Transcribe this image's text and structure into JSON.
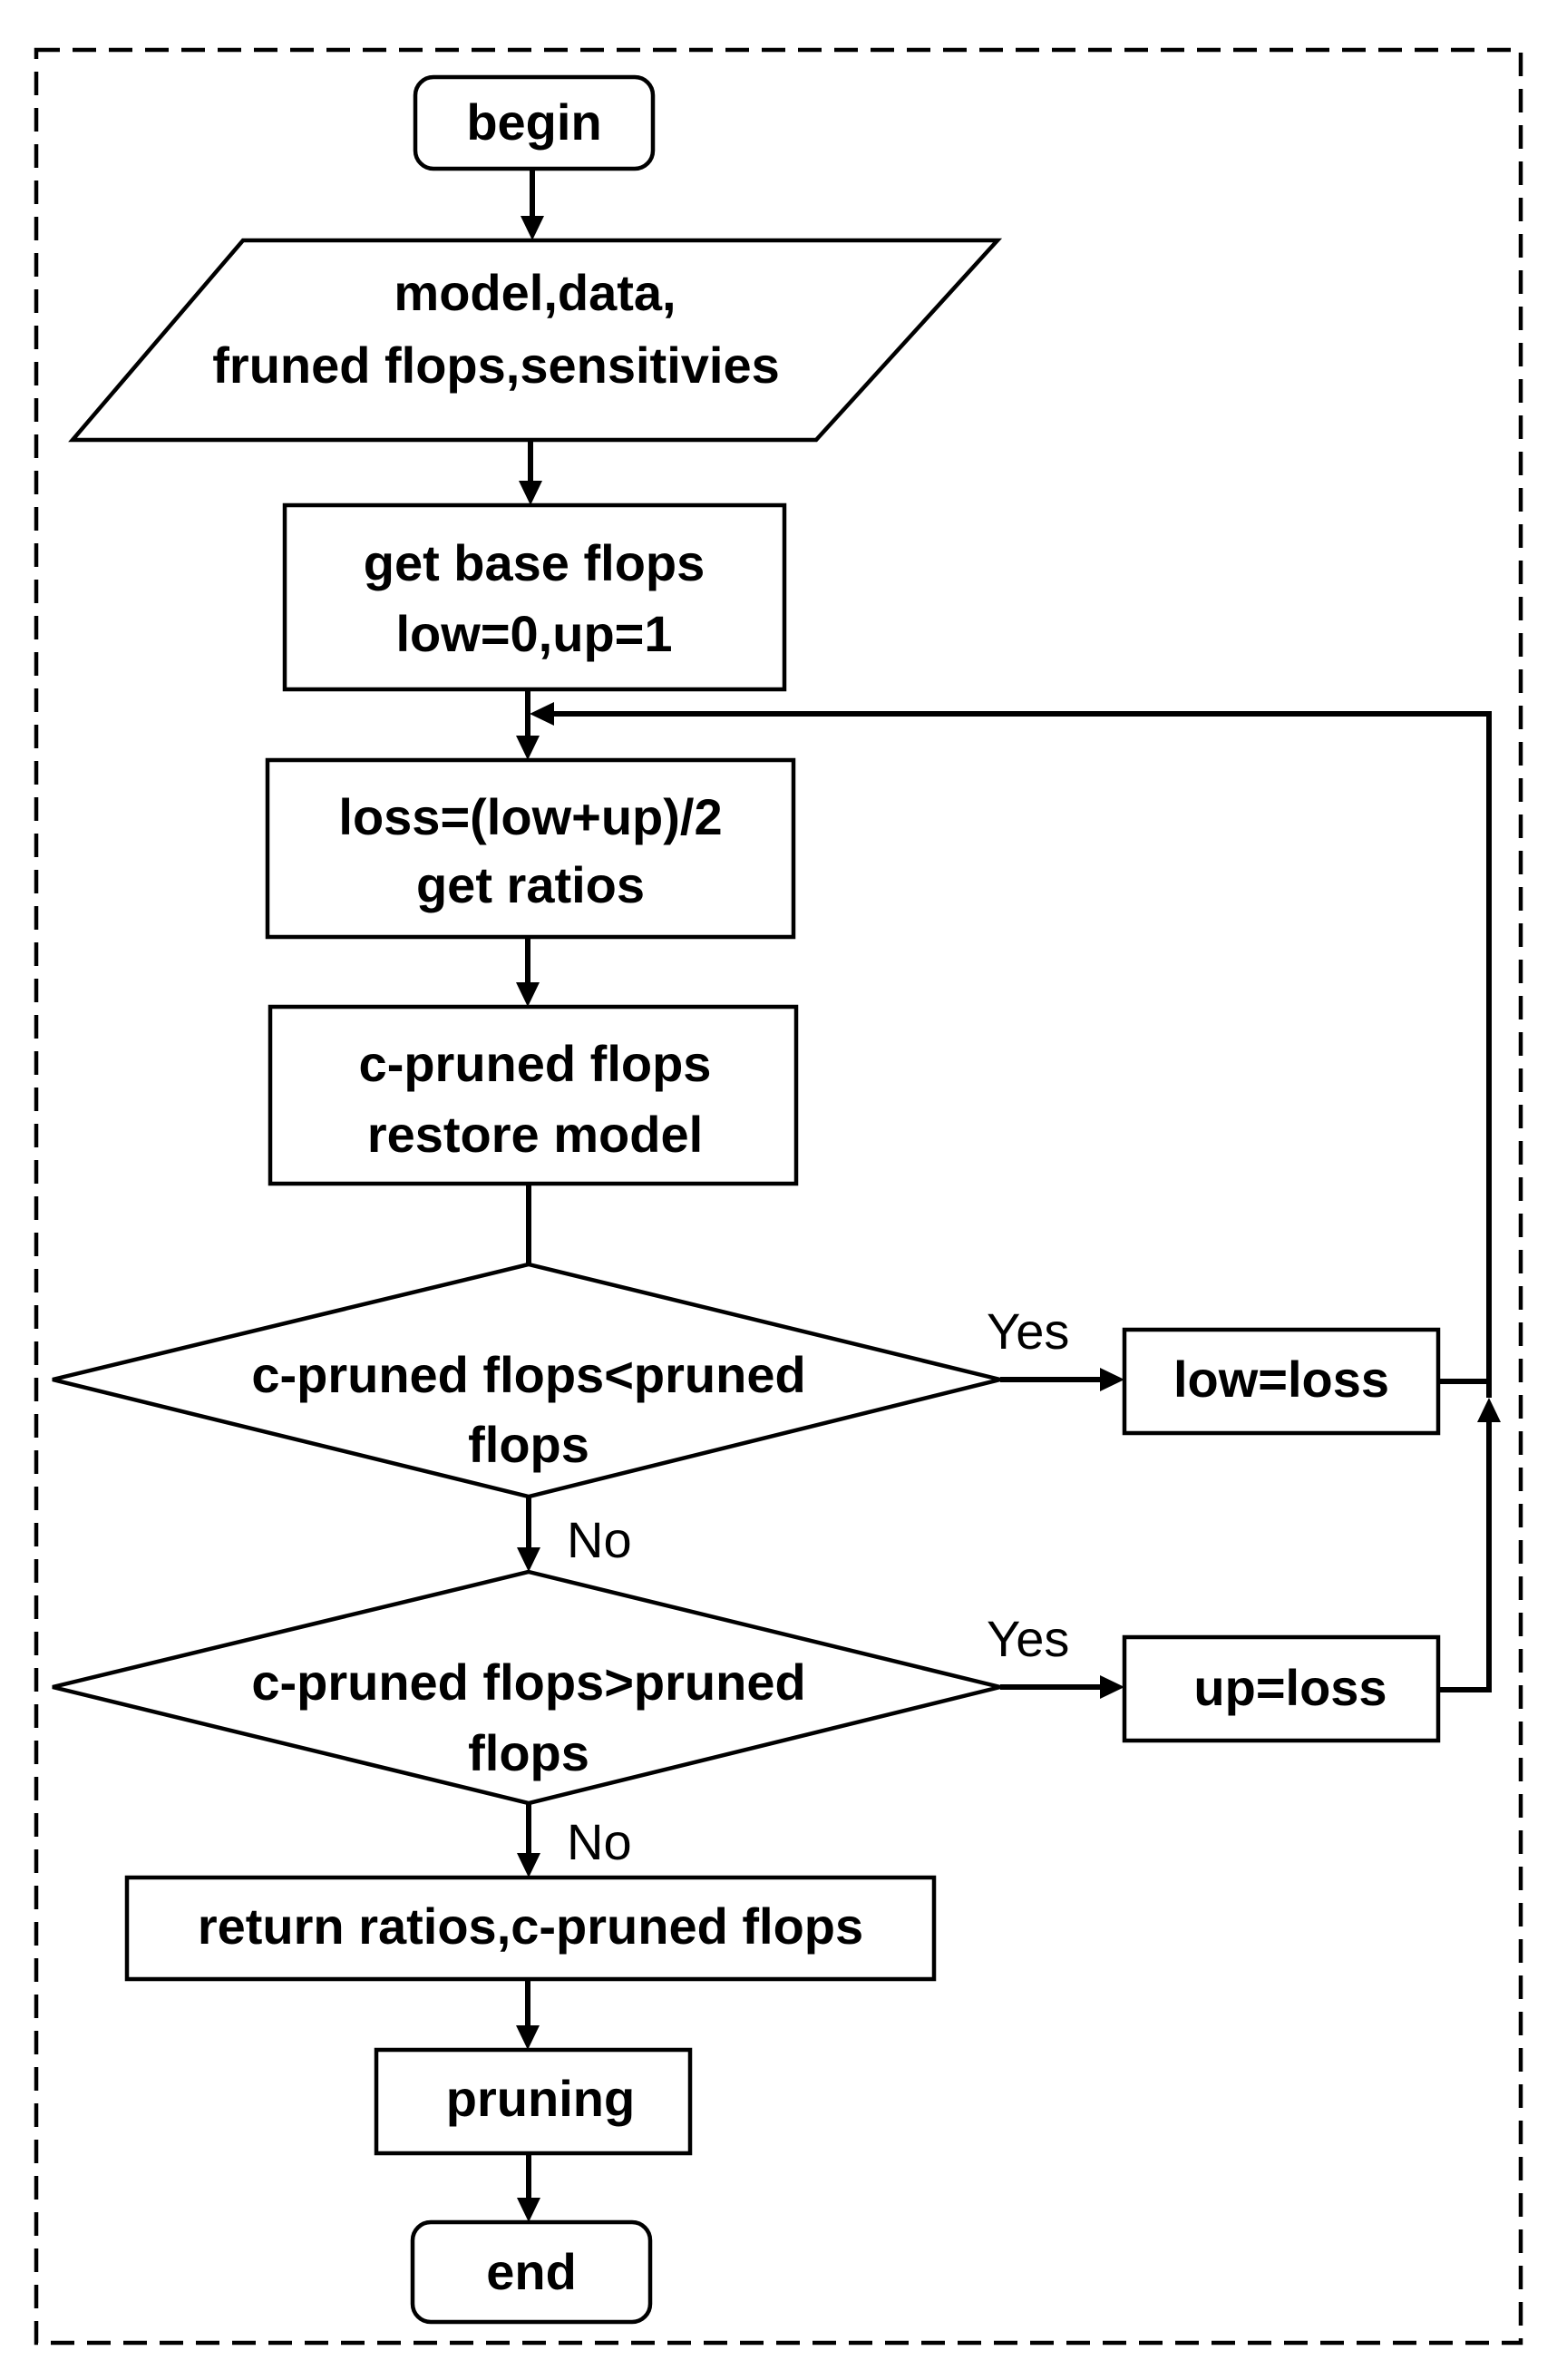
{
  "flowchart": {
    "begin": "begin",
    "input": [
      "model,data,",
      "fruned flops,sensitivies"
    ],
    "init": [
      "get base flops",
      "low=0,up=1"
    ],
    "loss": [
      "loss=(low+up)/2",
      "get ratios"
    ],
    "compute": [
      "c-pruned flops",
      "restore model"
    ],
    "cond_less": [
      "c-pruned flops<pruned",
      "flops"
    ],
    "cond_greater": [
      "c-pruned flops>pruned",
      "flops"
    ],
    "low_update": "low=loss",
    "up_update": "up=loss",
    "return_step": "return ratios,c-pruned flops",
    "pruning": "pruning",
    "end": "end",
    "yes_label": "Yes",
    "no_label": "No"
  }
}
